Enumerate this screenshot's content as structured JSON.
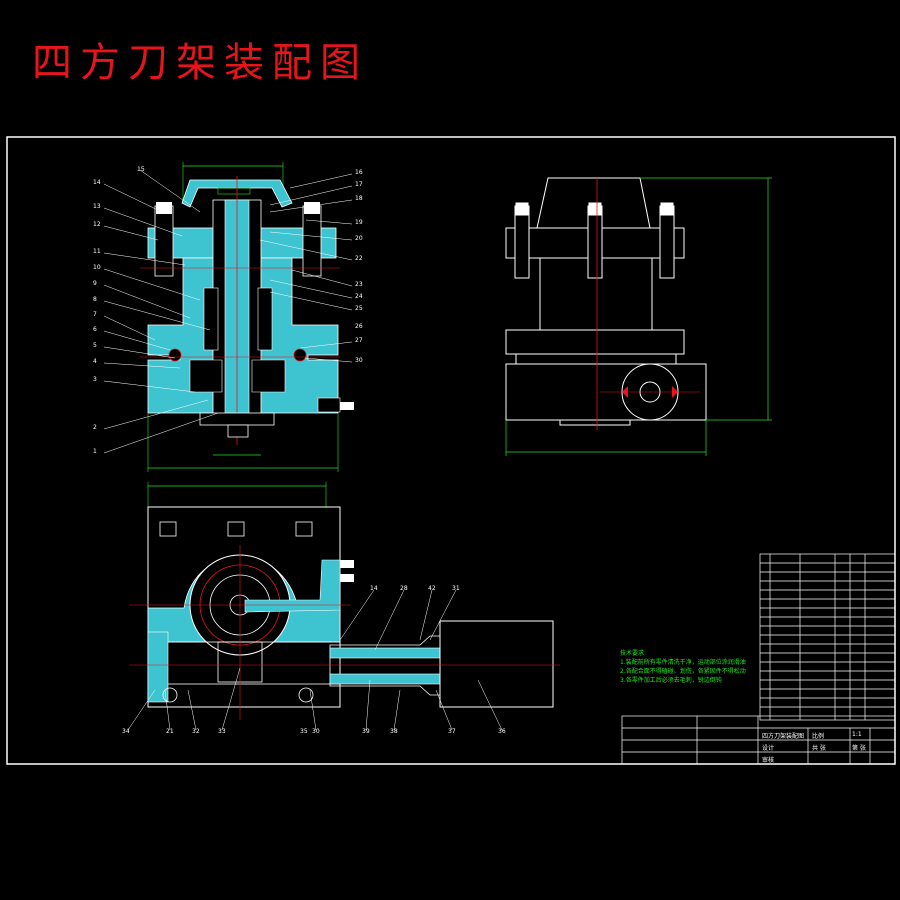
{
  "title": "四方刀架装配图",
  "colors": {
    "background": "#000000",
    "frame": "#ffffff",
    "section_fill": "#3ec3d0",
    "centerline": "#e8141c",
    "dimension": "#22e622",
    "title": "#e8141c"
  },
  "balloons_left": [
    "14",
    "15",
    "13",
    "12",
    "11",
    "10",
    "9",
    "8",
    "7",
    "6",
    "5",
    "4",
    "3",
    "2",
    "1"
  ],
  "balloons_right": [
    "16",
    "17",
    "18",
    "19",
    "20",
    "22",
    "23",
    "24",
    "25",
    "26",
    "27",
    "30"
  ],
  "balloons_bottom": [
    "34",
    "21",
    "32",
    "33",
    "30",
    "39",
    "38",
    "37",
    "36",
    "35"
  ],
  "balloons_plan_top": [
    "14",
    "28",
    "42",
    "31"
  ],
  "tech_notes": {
    "heading": "技术要求",
    "lines": [
      "1.装配前所有零件清洗干净，运动部位涂润滑油",
      "2.各配合面不得磕碰、划伤，各紧固件不得松动",
      "3.各零件加工后必须去毛刺，锐边倒钝"
    ]
  },
  "title_block": {
    "drawing_name": "四方刀架装配图",
    "design": "设计",
    "check": "审核",
    "scale_label": "比例",
    "scale_value": "1:1",
    "sheet_label": "共 张",
    "sheet_value": "第 张"
  }
}
